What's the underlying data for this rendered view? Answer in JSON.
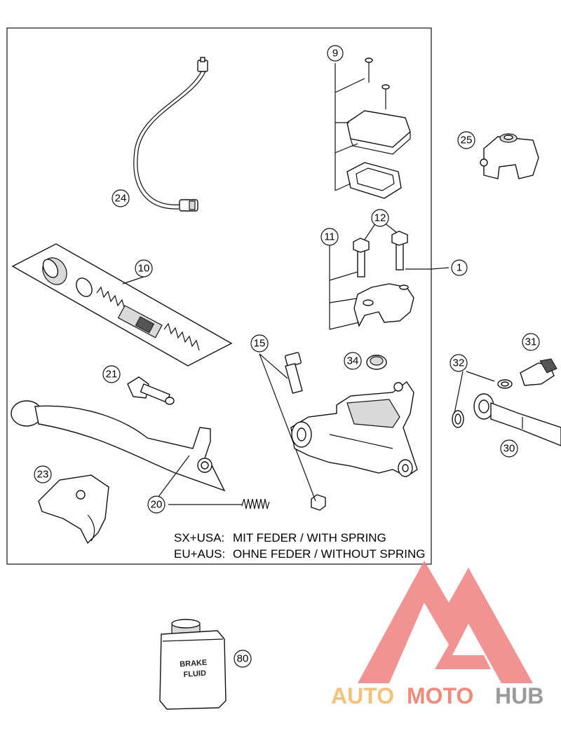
{
  "callouts": {
    "c1": "1",
    "c9": "9",
    "c10": "10",
    "c11": "11",
    "c12": "12",
    "c15": "15",
    "c20": "20",
    "c21": "21",
    "c23": "23",
    "c24": "24",
    "c25": "25",
    "c30": "30",
    "c31": "31",
    "c32": "32",
    "c34": "34",
    "c80": "80"
  },
  "notes": {
    "line1_prefix": "SX+USA:",
    "line1_text": "MIT FEDER / WITH SPRING",
    "line2_prefix": "EU+AUS:",
    "line2_text": "OHNE FEDER / WITHOUT SPRING"
  },
  "bottle": {
    "label_line1": "BRAKE",
    "label_line2": "FLUID"
  },
  "watermark": {
    "part1": "AUTO",
    "part2": "MOTO",
    "part3": "HUB",
    "color1": "#f5c07a",
    "color2": "#f08a7a",
    "color3": "#9a9a9a",
    "logo_color": "#f08080"
  }
}
